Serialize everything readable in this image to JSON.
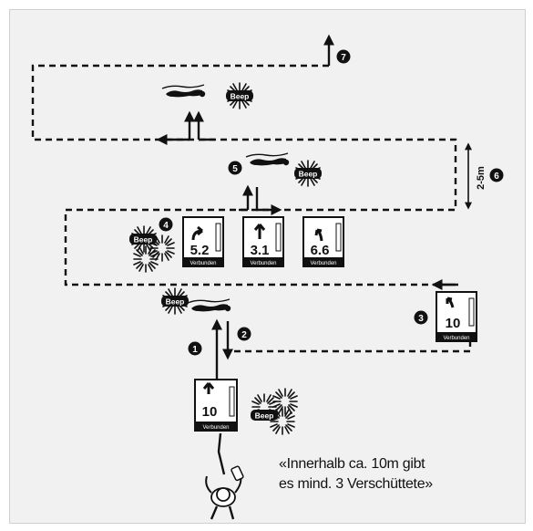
{
  "markers": {
    "m1": "1",
    "m2": "2",
    "m3": "3",
    "m4": "4",
    "m5": "5",
    "m6": "6",
    "m7": "7"
  },
  "distance_label": "2-5m",
  "beep_text": "Beep",
  "device_label": "Verbunden",
  "devices": {
    "start": {
      "distance": "10",
      "arrow": "up"
    },
    "right": {
      "distance": "10",
      "arrow": "bend-left"
    },
    "d1": {
      "distance": "5.2",
      "arrow": "turn-right"
    },
    "d2": {
      "distance": "3.1",
      "arrow": "up"
    },
    "d3": {
      "distance": "6.6",
      "arrow": "bend-left"
    }
  },
  "note": {
    "line1": "«Innerhalb ca. 10m gibt",
    "line2": "es mind. 3 Verschüttete»"
  },
  "colors": {
    "ink": "#111111",
    "background": "#f1f1f1"
  }
}
